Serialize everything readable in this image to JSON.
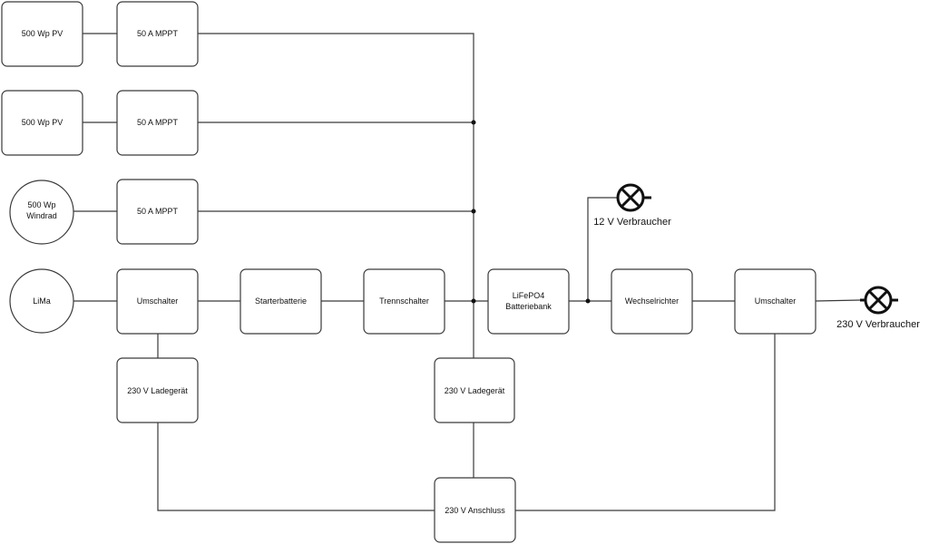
{
  "components": {
    "pv1": "500 Wp PV",
    "mppt1": "50 A MPPT",
    "pv2": "500 Wp PV",
    "mppt2": "50 A MPPT",
    "wind_line1": "500 Wp",
    "wind_line2": "Windrad",
    "mppt3": "50 A MPPT",
    "lima": "LiMa",
    "umschalter_left": "Umschalter",
    "starterbatterie": "Starterbatterie",
    "trennschalter": "Trennschalter",
    "battery_line1": "LiFePO4",
    "battery_line2": "Batteriebank",
    "wechselrichter": "Wechselrichter",
    "umschalter_right": "Umschalter",
    "charger_left": "230 V Ladegerät",
    "charger_mid": "230 V Ladegerät",
    "anschluss": "230 V Anschluss"
  },
  "loads": {
    "dc": "12 V Verbraucher",
    "ac": "230 V Verbraucher"
  }
}
